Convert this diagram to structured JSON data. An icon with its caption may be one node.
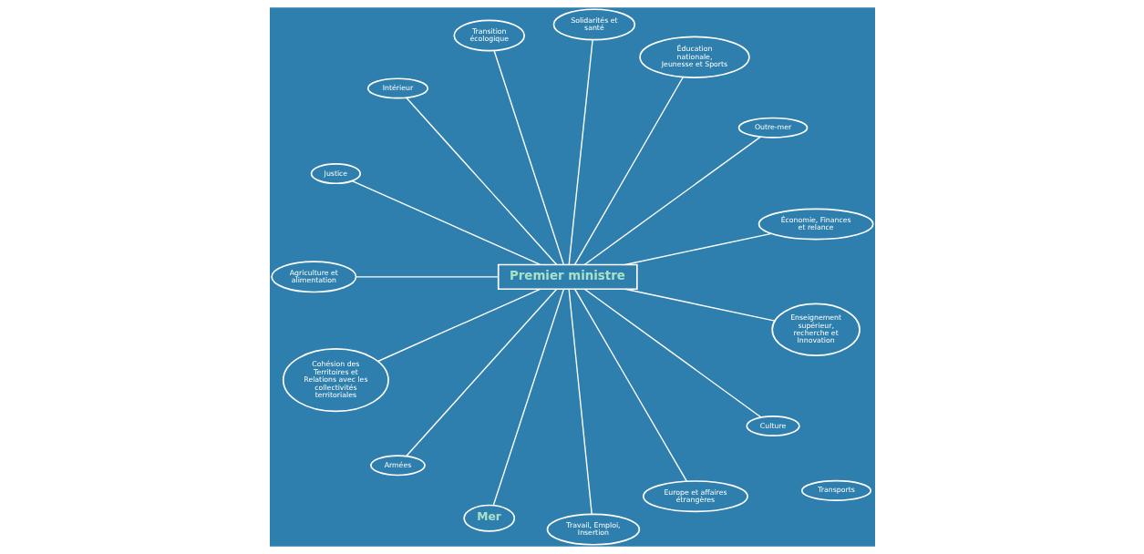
{
  "diagram": {
    "nodes": [
      {
        "text": [
          "Premier ministre"
        ]
      },
      {
        "text": [
          "Économie, Finances et relance"
        ]
      },
      {
        "text": [
          "Outre-mer"
        ]
      },
      {
        "text": [
          "Éducation nationale, Jeunesse et Sports"
        ]
      },
      {
        "text": [
          "Solidarités et santé"
        ]
      },
      {
        "text": [
          "Transition écologique"
        ]
      },
      {
        "text": [
          "Intérieur"
        ]
      },
      {
        "text": [
          "Justice"
        ]
      },
      {
        "text": [
          "Transports"
        ]
      },
      {
        "text": [
          "Agriculture et alimentation"
        ]
      },
      {
        "text": [
          "Cohésion des Territoires et Relations avec les collectivités territoriales"
        ]
      },
      {
        "text": [
          "Armées"
        ]
      },
      {
        "text": [
          "Mer"
        ]
      },
      {
        "text": [
          "Travail, Emploi, Insertion"
        ]
      },
      {
        "text": [
          "Europe et affaires étrangères"
        ]
      },
      {
        "text": [
          "Culture"
        ]
      },
      {
        "text": [
          "Enseignement supérieur, recherche et Innovation"
        ]
      }
    ],
    "edges": [
      {
        "from": 0,
        "to": 7,
        "arrow": "none"
      },
      {
        "from": 0,
        "to": 4,
        "arrow": "none"
      },
      {
        "from": 0,
        "to": 1,
        "arrow": "none"
      },
      {
        "from": 0,
        "to": 5,
        "arrow": "none"
      },
      {
        "from": 0,
        "to": 2,
        "arrow": "none"
      },
      {
        "from": 0,
        "to": 6,
        "arrow": "none"
      },
      {
        "from": 0,
        "to": 3,
        "arrow": "none"
      },
      {
        "from": 0,
        "to": 9,
        "arrow": "none"
      },
      {
        "from": 0,
        "to": 11,
        "arrow": "none"
      },
      {
        "from": 0,
        "to": 16,
        "arrow": "none"
      },
      {
        "from": 0,
        "to": 13,
        "arrow": "none"
      },
      {
        "from": 0,
        "to": 15,
        "arrow": "none"
      },
      {
        "from": 0,
        "to": 12,
        "arrow": "none"
      },
      {
        "from": 0,
        "to": 14,
        "arrow": "none"
      },
      {
        "from": 0,
        "to": 10,
        "arrow": "none"
      }
    ]
  }
}
